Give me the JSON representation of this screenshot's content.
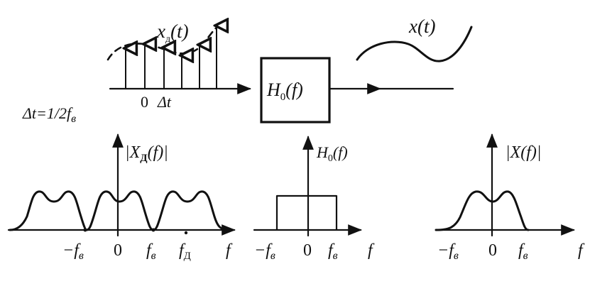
{
  "top": {
    "sampled_signal_label": "x",
    "sampled_signal_sub": "д",
    "sampled_signal_arg": "(t)",
    "output_signal_label": "x(t)",
    "filter_label": "H",
    "filter_sub": "0",
    "filter_arg": "(f)",
    "tick_zero": "0",
    "tick_dt": "Δt",
    "relation": "Δt=1/2f",
    "relation_sub": "в"
  },
  "spectrum_left": {
    "y_label": "|X",
    "y_label_sub": "Д",
    "y_label_arg": "(f)|",
    "ticks": [
      "−f",
      "0",
      "f",
      "f",
      "f"
    ],
    "tick_subs": [
      "в",
      "",
      "в",
      "Д",
      ""
    ]
  },
  "spectrum_mid": {
    "y_label": "H",
    "y_label_sub": "0",
    "y_label_arg": "(f)",
    "ticks": [
      "−f",
      "0",
      "f",
      "f"
    ],
    "tick_subs": [
      "в",
      "",
      "в",
      ""
    ]
  },
  "spectrum_right": {
    "y_label": "|X(f)|",
    "ticks": [
      "−f",
      "0",
      "f",
      "f"
    ],
    "tick_subs": [
      "в",
      "",
      "в",
      ""
    ]
  },
  "colors": {
    "ink": "#111111",
    "background": "#ffffff"
  }
}
